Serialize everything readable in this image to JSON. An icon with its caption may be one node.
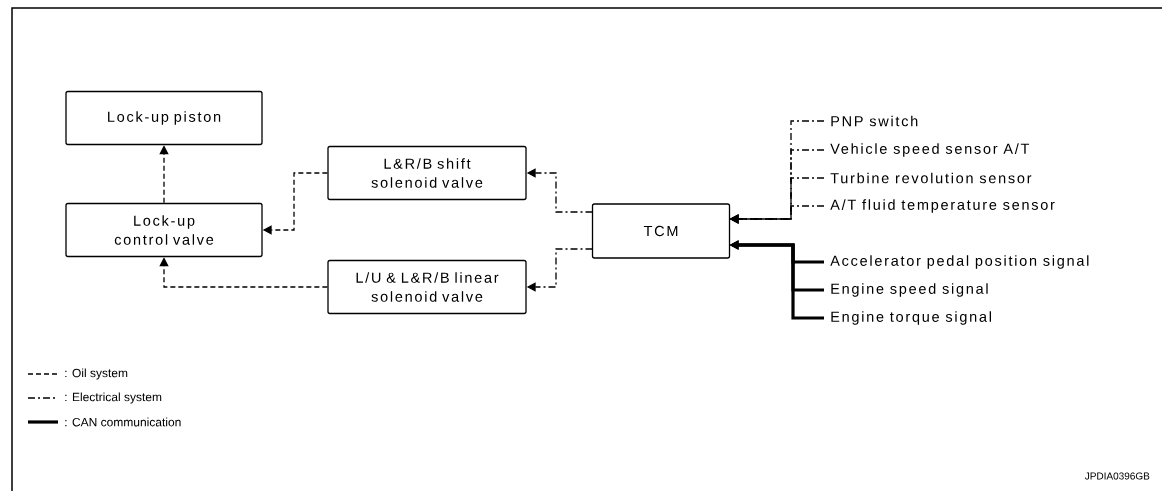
{
  "diagram": {
    "nodes": [
      {
        "text": [
          "Lock-up piston"
        ]
      },
      {
        "text": [
          "Lock-up control valve"
        ]
      },
      {
        "text": [
          "L&R/B shift solenoid valve"
        ]
      },
      {
        "text": [
          "L/U & L&R/B linear solenoid valve"
        ]
      },
      {
        "text": [
          "TCM"
        ]
      },
      {
        "text": [
          "PNP switch"
        ]
      },
      {
        "text": [
          "Vehicle speed sensor A/T"
        ]
      },
      {
        "text": [
          "Turbine revolution sensor"
        ]
      },
      {
        "text": [
          "A/T fluid temperature sensor"
        ]
      },
      {
        "text": [
          "Accelerator pedal position signal"
        ]
      },
      {
        "text": [
          "Engine speed signal"
        ]
      },
      {
        "text": [
          "Engine torque signal"
        ]
      }
    ],
    "edges": [
      {
        "from": 1,
        "to": 0,
        "arrow": "to",
        "style": "dashed"
      },
      {
        "from": 2,
        "to": 1,
        "arrow": "to",
        "style": "dashed"
      },
      {
        "from": 3,
        "to": 1,
        "arrow": "to",
        "style": "dashed"
      },
      {
        "from": 4,
        "to": 2,
        "arrow": "to",
        "style": "dashed"
      },
      {
        "from": 4,
        "to": 3,
        "arrow": "to",
        "style": "dashed"
      },
      {
        "from": 5,
        "to": 4,
        "arrow": "to",
        "style": "dashed"
      },
      {
        "from": 6,
        "to": 4,
        "arrow": "to",
        "style": "dashed"
      },
      {
        "from": 7,
        "to": 4,
        "arrow": "to",
        "style": "dashed"
      },
      {
        "from": 8,
        "to": 4,
        "arrow": "to",
        "style": "dashed"
      },
      {
        "from": 9,
        "to": 4,
        "arrow": "to",
        "style": "thick"
      },
      {
        "from": 10,
        "to": 4,
        "arrow": "to",
        "style": "thick"
      },
      {
        "from": 11,
        "to": 4,
        "arrow": "to",
        "style": "thick"
      }
    ],
    "labels": [
      "JPDIA0396GB"
    ],
    "legend": [
      {
        "text": ": Oil system"
      },
      {
        "text": ": Electrical system"
      },
      {
        "text": ": CAN communication"
      }
    ]
  }
}
